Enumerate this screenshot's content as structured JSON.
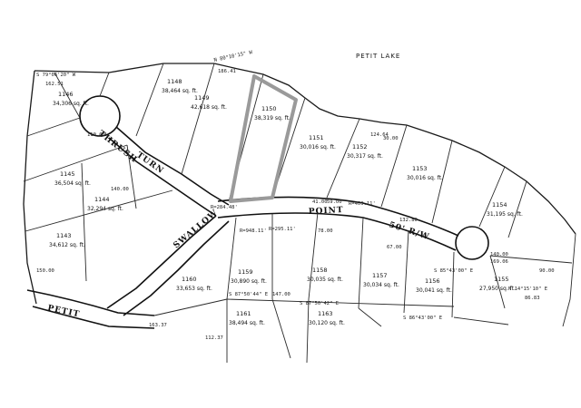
{
  "lake": {
    "name": "PETIT LAKE"
  },
  "roads": {
    "thrush": "THRUSH",
    "turn": "TURN",
    "swallow": "SWALLOW",
    "point": "POINT",
    "row": "50' R/W",
    "petit": "PETIT"
  },
  "lots": [
    {
      "num": "1146",
      "area": "34,306 sq. ft."
    },
    {
      "num": "1148",
      "area": "38,464 sq. ft."
    },
    {
      "num": "1149",
      "area": "42,618 sq. ft."
    },
    {
      "num": "1150",
      "area": "38,319 sq. ft."
    },
    {
      "num": "1151",
      "area": "30,016 sq. ft."
    },
    {
      "num": "1152",
      "area": "30,317 sq. ft."
    },
    {
      "num": "1153",
      "area": "30,016 sq. ft."
    },
    {
      "num": "1154",
      "area": "31,195 sq. ft."
    },
    {
      "num": "1155",
      "area": "27,950 sq. ft."
    },
    {
      "num": "1156",
      "area": "30,041 sq. ft."
    },
    {
      "num": "1157",
      "area": "30,034 sq. ft."
    },
    {
      "num": "1158",
      "area": "30,035 sq. ft."
    },
    {
      "num": "1159",
      "area": "30,890 sq. ft."
    },
    {
      "num": "1160",
      "area": "33,653 sq. ft."
    },
    {
      "num": "1161",
      "area": "38,494 sq. ft."
    },
    {
      "num": "1163",
      "area": "30,120 sq. ft."
    },
    {
      "num": "1143",
      "area": "34,612 sq. ft."
    },
    {
      "num": "1144",
      "area": "32,294 sq. ft."
    },
    {
      "num": "1145",
      "area": "36,504 sq. ft."
    }
  ],
  "bearings": [
    "S 79°06'20\" W",
    "162.51",
    "N 80°10'15\" W",
    "186.41",
    "110.00",
    "S 87°50'44\" E",
    "147.00",
    "S 87°50'42\" E",
    "S 86°43'00\" E",
    "S 85°43'00\" E",
    "N 14°15'10\" E",
    "59.00",
    "41.00",
    "132.80",
    "78.00",
    "67.00",
    "140.00",
    "140.00",
    "86.83",
    "169.06",
    "90.00",
    "R=948.11'",
    "R=409.11'",
    "R=295.11'",
    "R=284.48'",
    "150.00",
    "112.37",
    "163.37",
    "124.64",
    "30.00"
  ]
}
